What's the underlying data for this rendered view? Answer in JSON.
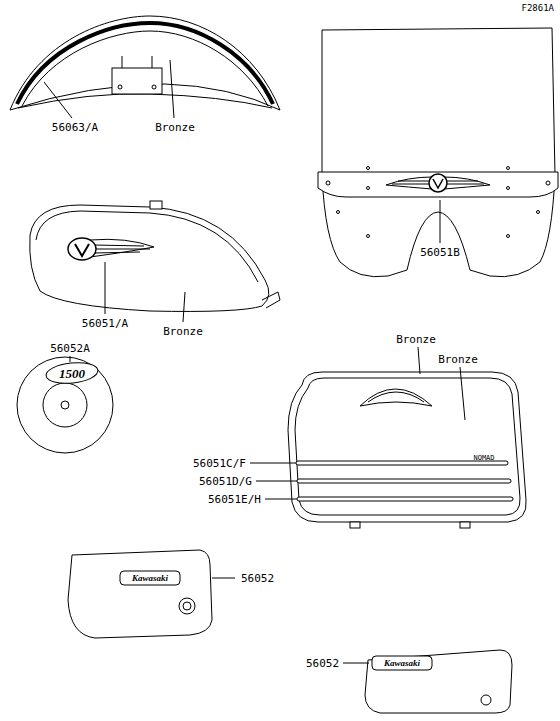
{
  "diagram": {
    "labels": [
      "F2861A",
      "56063/A",
      "Bronze",
      "56051B",
      "56051/A",
      "Bronze",
      "56052A",
      "1500",
      "Bronze",
      "Bronze",
      "56051C/F",
      "NOMAD",
      "56051D/G",
      "56051E/H",
      "56052",
      "Kawasaki",
      "56052",
      "Kawasaki"
    ]
  }
}
